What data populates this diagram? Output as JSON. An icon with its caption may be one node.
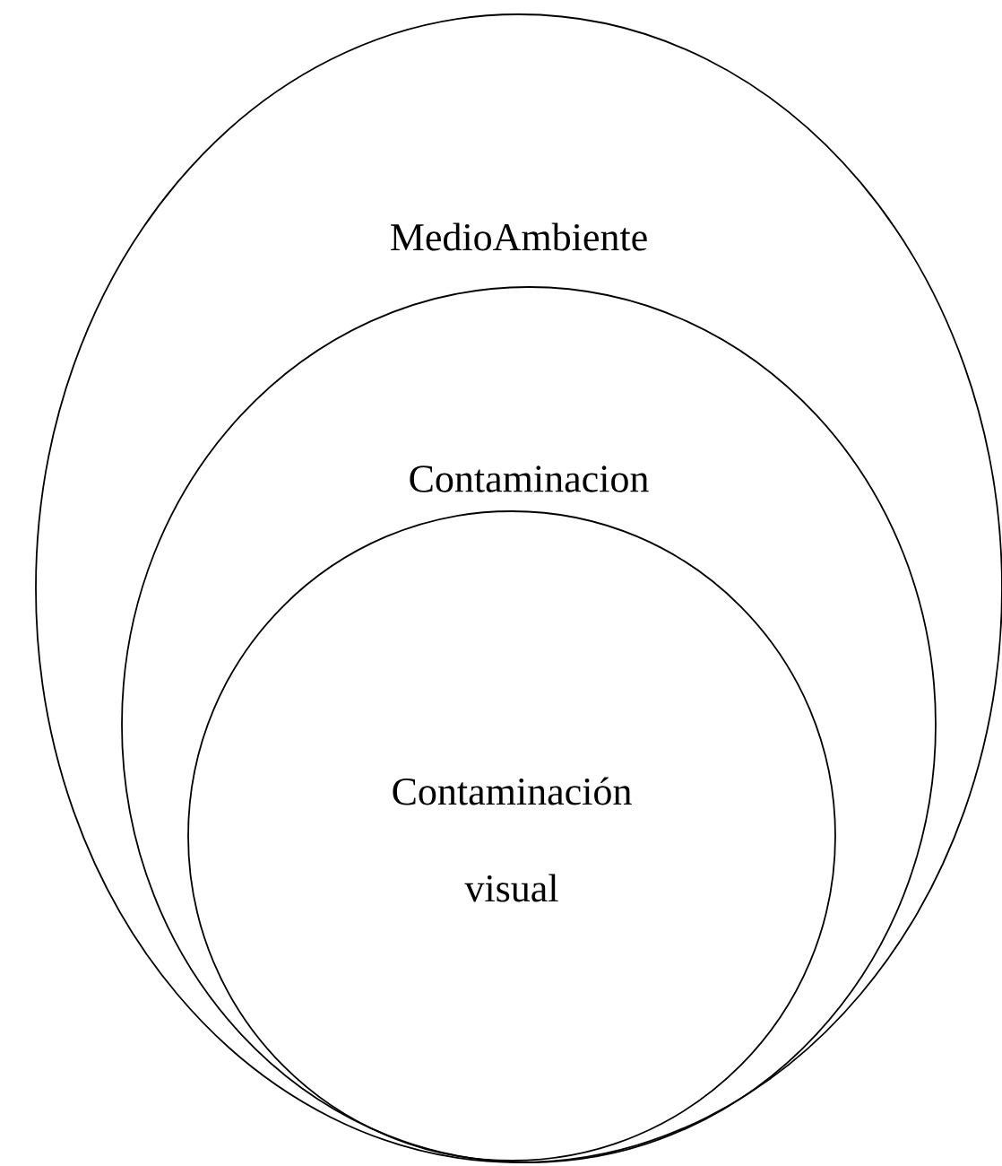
{
  "diagram": {
    "nodes": [
      {
        "text": [
          "MedioAmbiente"
        ]
      },
      {
        "text": [
          "Contaminacion"
        ],
        "in": 0
      },
      {
        "text": [
          "Contaminación visual"
        ],
        "in": 1
      }
    ]
  }
}
